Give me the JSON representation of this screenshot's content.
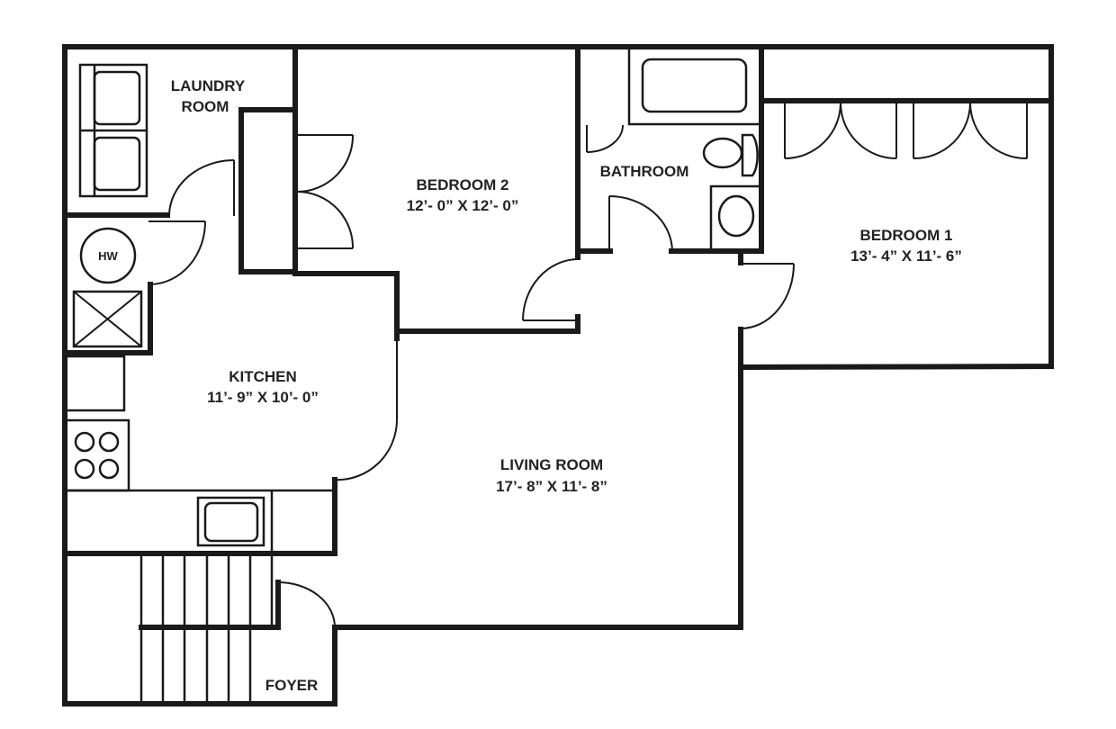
{
  "plan": {
    "background": "#ffffff",
    "line_color": "#1a1a1a",
    "text_color": "#222222",
    "rooms": {
      "laundry": {
        "name_line1": "LAUNDRY",
        "name_line2": "ROOM"
      },
      "bedroom2": {
        "name": "BEDROOM 2",
        "dimensions": "12’- 0” X 12’- 0”"
      },
      "bathroom": {
        "name": "BATHROOM"
      },
      "bedroom1": {
        "name": "BEDROOM 1",
        "dimensions": "13’- 4” X 11’- 6”"
      },
      "kitchen": {
        "name": "KITCHEN",
        "dimensions": "11’- 9” X 10’- 0”"
      },
      "living": {
        "name": "LIVING ROOM",
        "dimensions": "17’- 8” X 11’- 8”"
      },
      "foyer": {
        "name": "FOYER"
      }
    },
    "fixtures": {
      "water_heater": {
        "label": "HW"
      },
      "washer_dryer": "stacked-washer-dryer-icon",
      "hvac": "hvac-unit-icon",
      "stove": "four-burner-stove-icon",
      "sink": "kitchen-sink-icon",
      "bathtub": "bathtub-icon",
      "toilet": "toilet-icon",
      "vanity": "bathroom-sink-icon",
      "stairs": "staircase-icon"
    }
  }
}
